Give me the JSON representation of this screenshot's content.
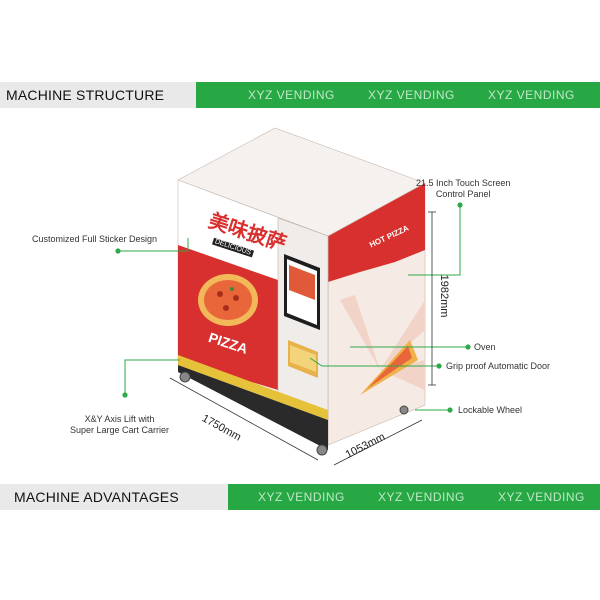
{
  "structure_band": {
    "title": "MACHINE STRUCTURE",
    "tags": [
      "XYZ VENDING",
      "XYZ VENDING",
      "XYZ VENDING"
    ]
  },
  "advantages_band": {
    "title": "MACHINE ADVANTAGES",
    "tags": [
      "XYZ VENDING",
      "XYZ VENDING",
      "XYZ VENDING"
    ]
  },
  "callouts": {
    "touch_screen_line1": "21.5 Inch Touch Screen",
    "touch_screen_line2": "Control Panel",
    "sticker": "Customized Full Sticker Design",
    "oven": "Oven",
    "door": "Grip proof Automatic Door",
    "wheel": "Lockable Wheel",
    "lift_line1": "X&Y Axis Lift with",
    "lift_line2": "Super Large Cart Carrier"
  },
  "dimensions": {
    "height": "1982mm",
    "width": "1750mm",
    "depth": "1053mm"
  },
  "machine_art": {
    "pizza_label": "PIZZA",
    "hot_pizza": "HOT PIZZA",
    "chinese_text": "美味披萨",
    "delicious": "DELICIOUS"
  },
  "colors": {
    "band_green": "#27a844",
    "callout_green": "#2fa84a",
    "machine_red": "#d8302e"
  }
}
